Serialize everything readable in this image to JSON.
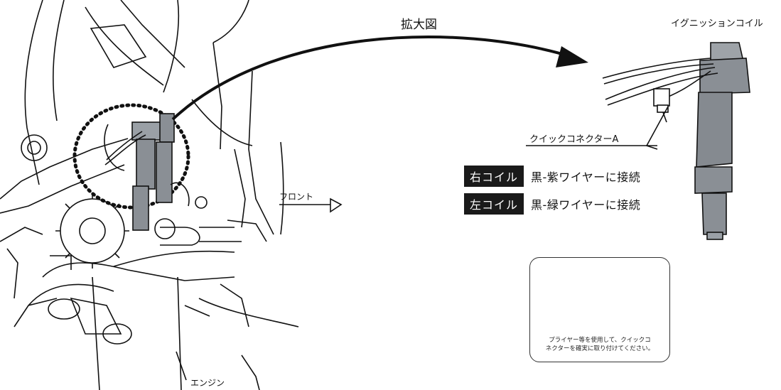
{
  "labels": {
    "zoom": "拡大図",
    "ignition_coil": "イグニッションコイル",
    "quick_connector": "クイックコネクターA",
    "front": "フロント",
    "engine": "エンジン"
  },
  "wiring": [
    {
      "badge": "右コイル",
      "text": "黒-紫ワイヤーに接続"
    },
    {
      "badge": "左コイル",
      "text": "黒-緑ワイヤーに接続"
    }
  ],
  "note": {
    "line1": "プライヤー等を使用して、クイックコ",
    "line2": "ネクターを確実に取り付けてください。"
  }
}
